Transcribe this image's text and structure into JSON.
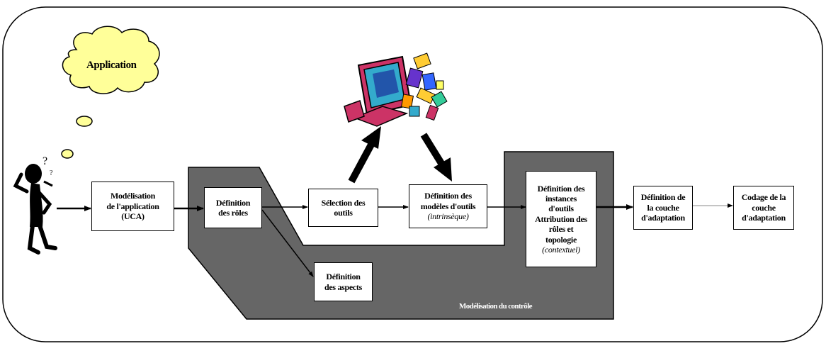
{
  "thought_cloud": {
    "label": "Application"
  },
  "boxes": {
    "modelisation_application": {
      "line1": "Modélisation",
      "line2": "de l'application",
      "line3": "(UCA)"
    },
    "definition_roles": {
      "line1": "Définition",
      "line2": "des rôles"
    },
    "selection_outils": {
      "line1": "Sélection des",
      "line2": "outils"
    },
    "definition_modeles": {
      "line1": "Définition des",
      "line2": "modèles d'outils",
      "italic": "(intrinsèque)"
    },
    "definition_instances": {
      "line1": "Définition des",
      "line2": "instances",
      "line3": "d'outils",
      "line4": "Attribution des",
      "line5": "rôles et",
      "line6": "topologie",
      "italic": "(contextuel)"
    },
    "definition_aspects": {
      "line1": "Définition",
      "line2": "des aspects"
    },
    "definition_couche": {
      "line1": "Définition de",
      "line2": "la couche",
      "line3": "d'adaptation"
    },
    "codage_couche": {
      "line1": "Codage de la",
      "line2": "couche",
      "line3": "d'adaptation"
    }
  },
  "control_zone": {
    "label": "Modélisation du contrôle"
  },
  "icons": [
    "thinking-person-icon",
    "computer-tools-clipart-icon"
  ],
  "colors": {
    "zone_fill": "#666666",
    "cloud_fill": "#ffff99",
    "line": "#000000"
  }
}
